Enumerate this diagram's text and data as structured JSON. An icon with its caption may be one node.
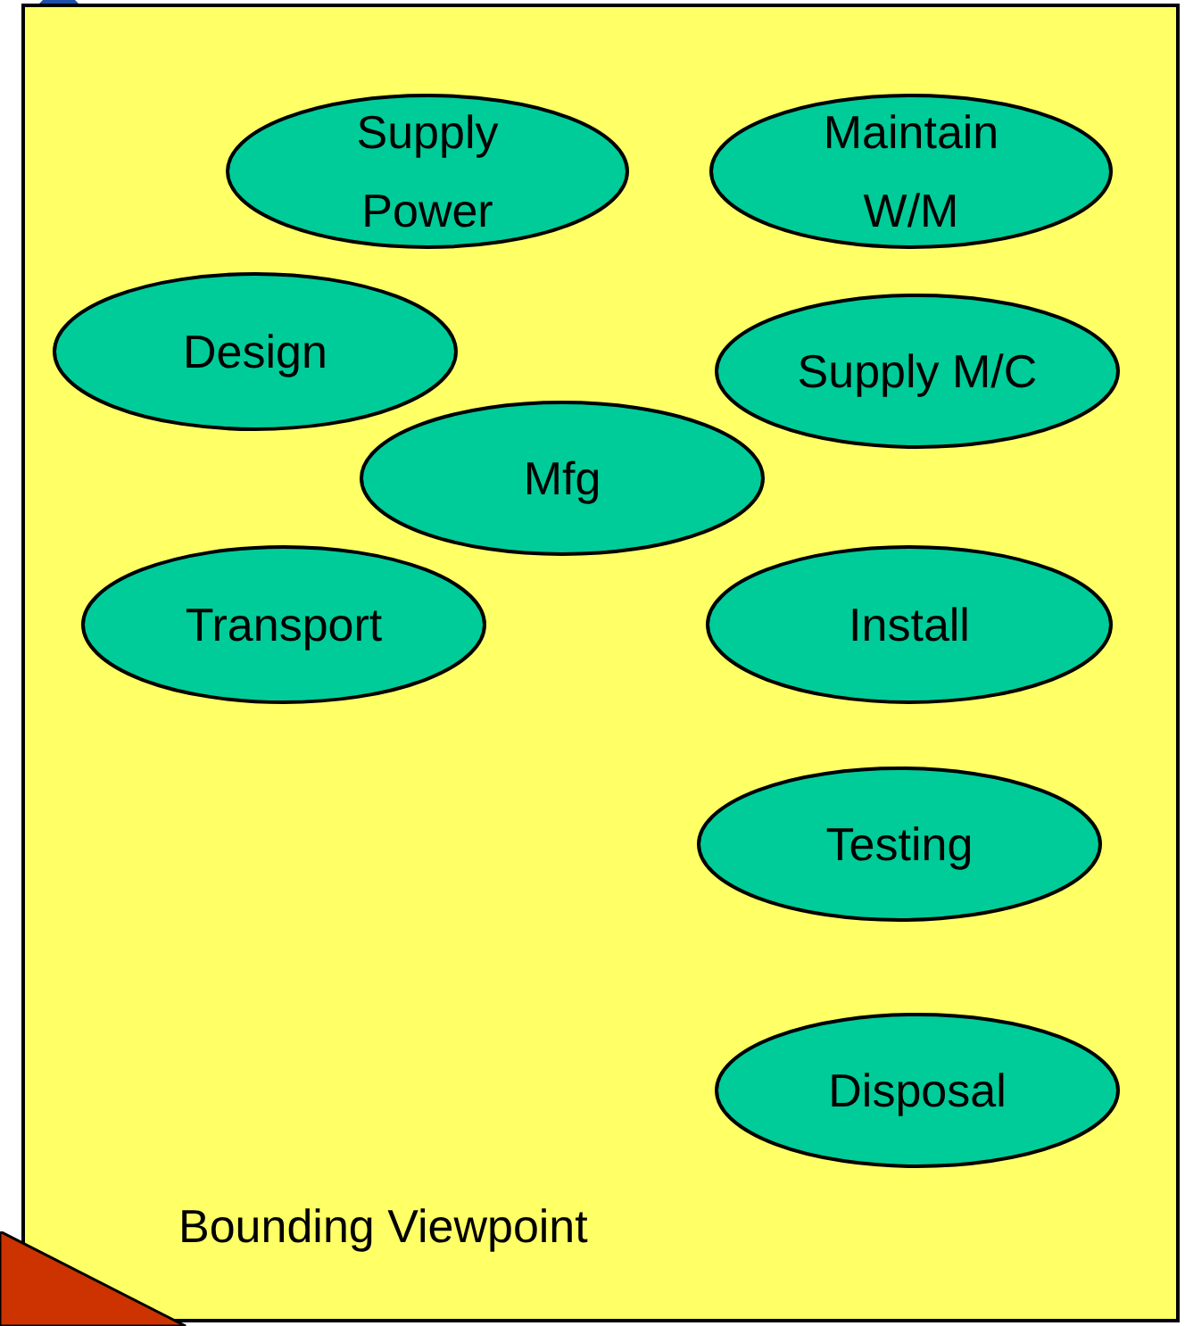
{
  "diagram": {
    "nodes": [
      {
        "text": [
          "Bounding Viewpoint"
        ]
      },
      {
        "text": [
          "Supply Power"
        ],
        "in": 0
      },
      {
        "text": [
          "Maintain W/M"
        ],
        "in": 0
      },
      {
        "text": [
          "Design"
        ],
        "in": 0
      },
      {
        "text": [
          "Supply M/C"
        ],
        "in": 0
      },
      {
        "text": [
          "Mfg"
        ],
        "in": 0
      },
      {
        "text": [
          "Transport"
        ],
        "in": 0
      },
      {
        "text": [
          "Install"
        ],
        "in": 0
      },
      {
        "text": [
          "Testing"
        ],
        "in": 0
      },
      {
        "text": [
          "Disposal"
        ],
        "in": 0
      }
    ]
  }
}
